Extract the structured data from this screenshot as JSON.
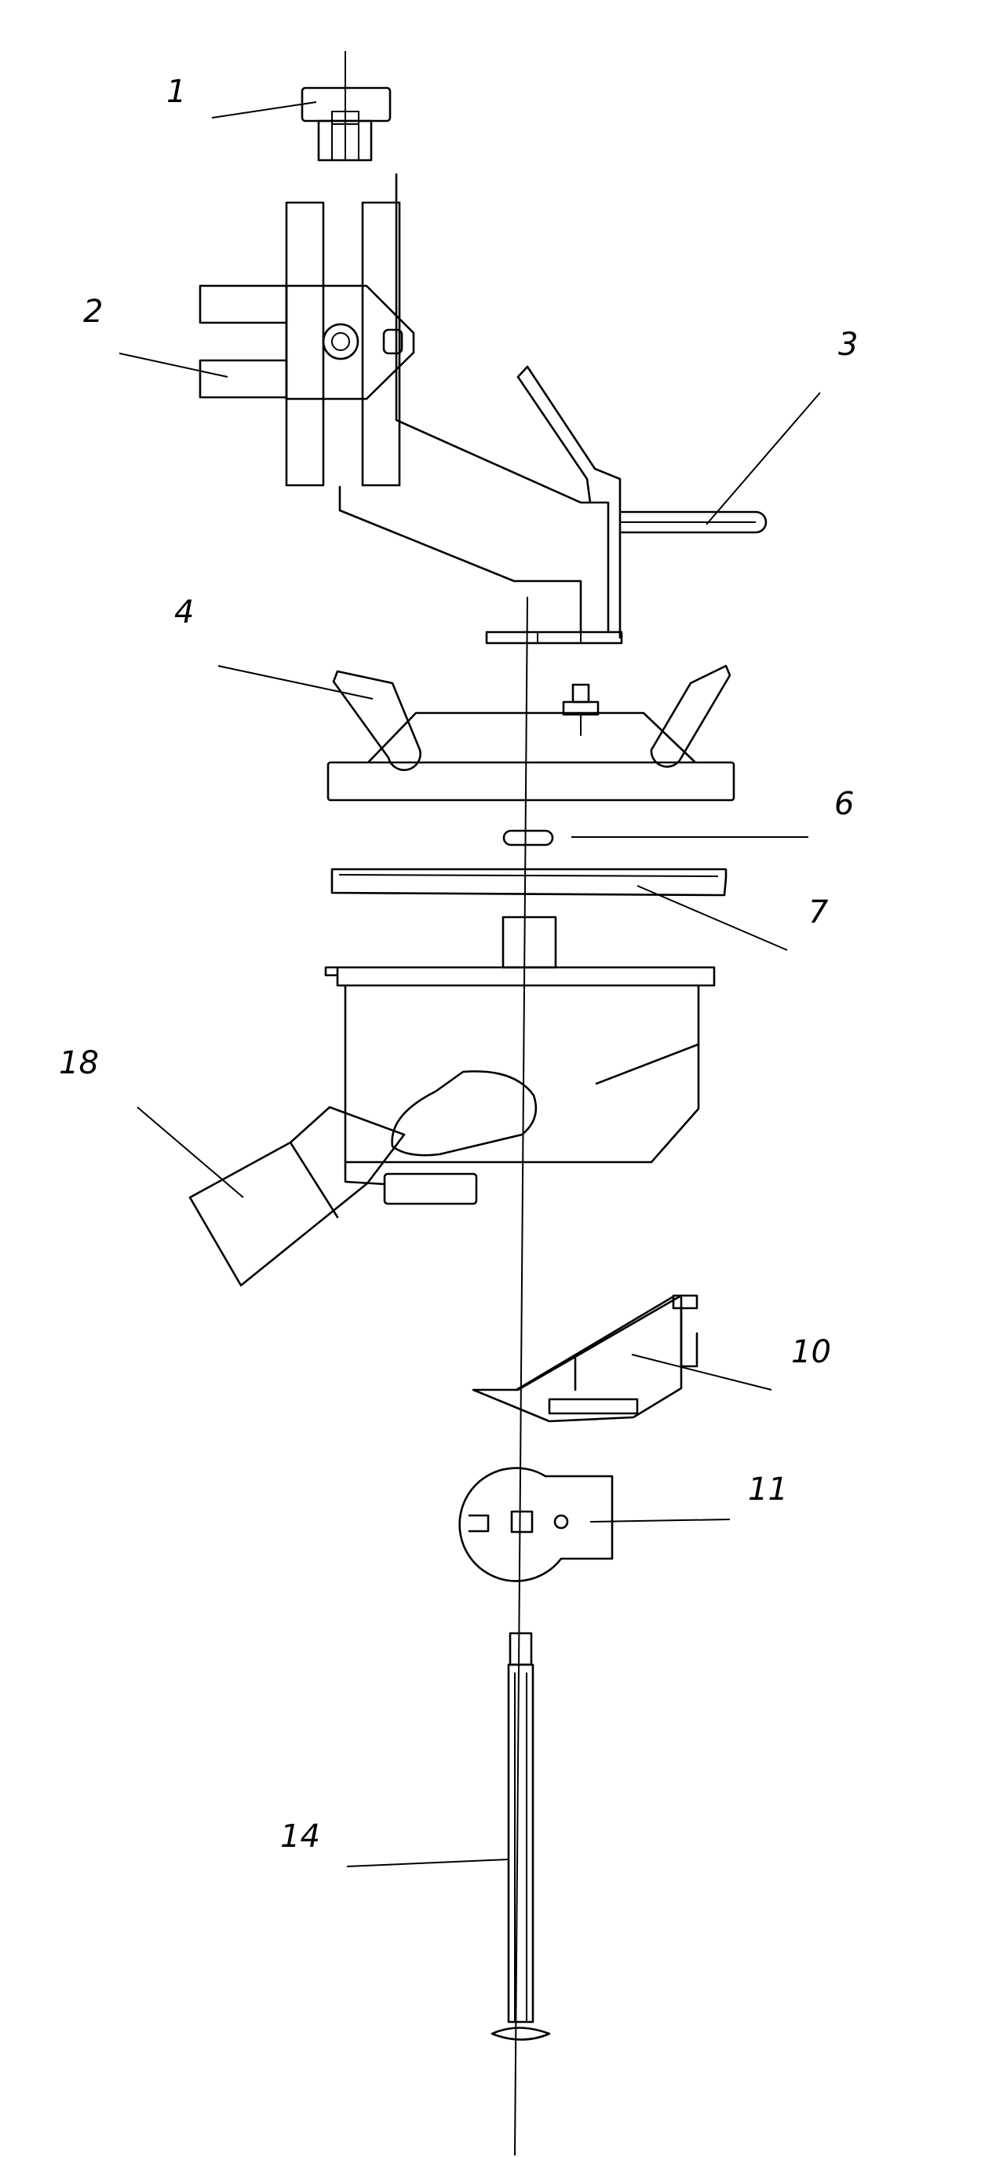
{
  "labels": {
    "l1": "1",
    "l2": "2",
    "l3": "3",
    "l4": "4",
    "l6": "6",
    "l7": "7",
    "l18": "18",
    "l10": "10",
    "l11": "11",
    "l14": "14"
  }
}
